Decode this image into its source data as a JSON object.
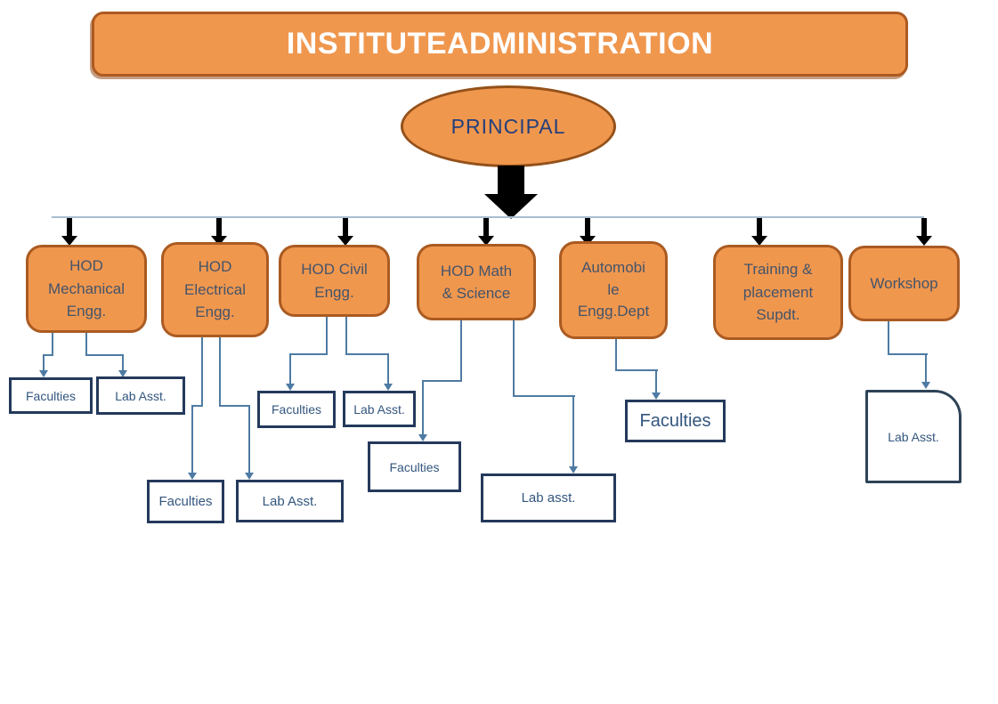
{
  "diagram": {
    "title": "INSTITUTEADMINISTRATION",
    "root_label": "PRINCIPAL",
    "departments": [
      {
        "label": "HOD\nMechanical\nEngg."
      },
      {
        "label": "HOD\nElectrical\nEngg."
      },
      {
        "label": "HOD Civil\nEngg."
      },
      {
        "label": "HOD Math\n& Science"
      },
      {
        "label": "Automobi\nle\nEngg.Dept"
      },
      {
        "label": "Training &\nplacement\nSupdt."
      },
      {
        "label": "Workshop"
      }
    ],
    "sub_units": [
      {
        "label": "Faculties",
        "parent": "HOD Mechanical Engg."
      },
      {
        "label": "Lab Asst.",
        "parent": "HOD Mechanical Engg."
      },
      {
        "label": "Faculties",
        "parent": "HOD Civil Engg."
      },
      {
        "label": "Lab Asst.",
        "parent": "HOD Civil Engg."
      },
      {
        "label": "Faculties",
        "parent": "HOD Electrical Engg."
      },
      {
        "label": "Lab Asst.",
        "parent": "HOD Electrical Engg."
      },
      {
        "label": "Faculties",
        "parent": "HOD Math & Science"
      },
      {
        "label": "Lab asst.",
        "parent": "HOD Math & Science"
      },
      {
        "label": "Faculties",
        "parent": "Automobile Engg.Dept"
      },
      {
        "label": "Lab Asst.",
        "parent": "Workshop"
      }
    ],
    "colors": {
      "node_fill": "#F0974E",
      "node_border": "#AA5B22",
      "node_text": "#44546A",
      "title_text": "#FFFFFF",
      "sub_box_border": "#24395B",
      "sub_box_text": "#33567E",
      "connector": "#4E7BA3",
      "distribution_line": "#A9BDD2",
      "arrow": "#000000"
    }
  }
}
